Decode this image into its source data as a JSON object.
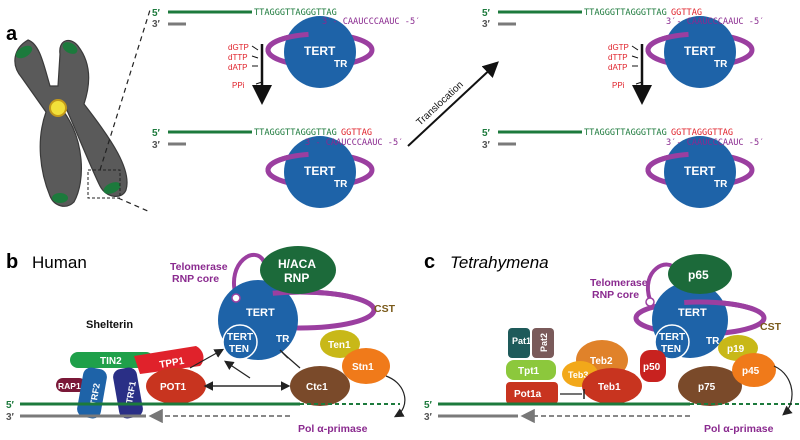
{
  "colors": {
    "strand_top": "#1c7a3c",
    "strand_bottom": "#7a7a7a",
    "telomeric_repeat_text": "#1c7a3c",
    "new_repeat_text": "#e0222b",
    "template_text": "#8a2a8f",
    "tert": "#1e63a8",
    "tr_ring": "#9b3fa0",
    "chromosome": "#5a5a5a",
    "telomere_cap": "#1c7a3c",
    "centromere": "#f2e03a",
    "arrow": "#111111",
    "pol_arrow": "#777777"
  },
  "panel_a": {
    "label": "a",
    "strand_5": "5′",
    "strand_3": "3′",
    "seq1_green": "TTAGGGTTAGGGTTAG",
    "seq2_green": "TTAGGGTTAGGGTTAG",
    "seq2_red": "GGTTAG",
    "seq3_green": "TTAGGGTTAGGGTTAG",
    "seq3_red": "GGTTAG",
    "seq4_green": "TTAGGGTTAGGGTTAG",
    "seq4_red": "GGTTAGGGTTAG",
    "template": "3′- CAAUCCCAAUC -5′",
    "tert": "TERT",
    "tr": "TR",
    "nuc1": "dGTP",
    "nuc2": "dTTP",
    "nuc3": "dATP",
    "ppi": "PPi",
    "translocation": "Translocation"
  },
  "panel_b": {
    "label": "b",
    "title": "Human",
    "telomerase_label_1": "Telomerase",
    "telomerase_label_2": "RNP core",
    "haca_1": "H/ACA",
    "haca_2": "RNP",
    "tert": "TERT",
    "tert_inner": "TERT",
    "ten": "TEN",
    "tr": "TR",
    "shelterin": "Shelterin",
    "tin2": "TIN2",
    "tpp1": "TPP1",
    "rap1": "RAP1",
    "trf2": "TRF2",
    "trf1": "TRF1",
    "pot1": "POT1",
    "cst": "CST",
    "ten1": "Ten1",
    "stn1": "Stn1",
    "ctc1": "Ctc1",
    "strand_5": "5′",
    "strand_3": "3′",
    "pol": "Pol α-primase"
  },
  "panel_c": {
    "label": "c",
    "title": "Tetrahymena",
    "telomerase_label_1": "Telomerase",
    "telomerase_label_2": "RNP core",
    "p65": "p65",
    "tert": "TERT",
    "tert_inner": "TERT",
    "ten": "TEN",
    "tr": "TR",
    "pat1": "Pat1",
    "pat2": "Pat2",
    "tpt1": "Tpt1",
    "pot1a": "Pot1a",
    "teb2": "Teb2",
    "teb3": "Teb3",
    "teb1": "Teb1",
    "p50": "p50",
    "cst": "CST",
    "p19": "p19",
    "p45": "p45",
    "p75": "p75",
    "strand_5": "5′",
    "strand_3": "3′",
    "pol": "Pol α-primase"
  }
}
